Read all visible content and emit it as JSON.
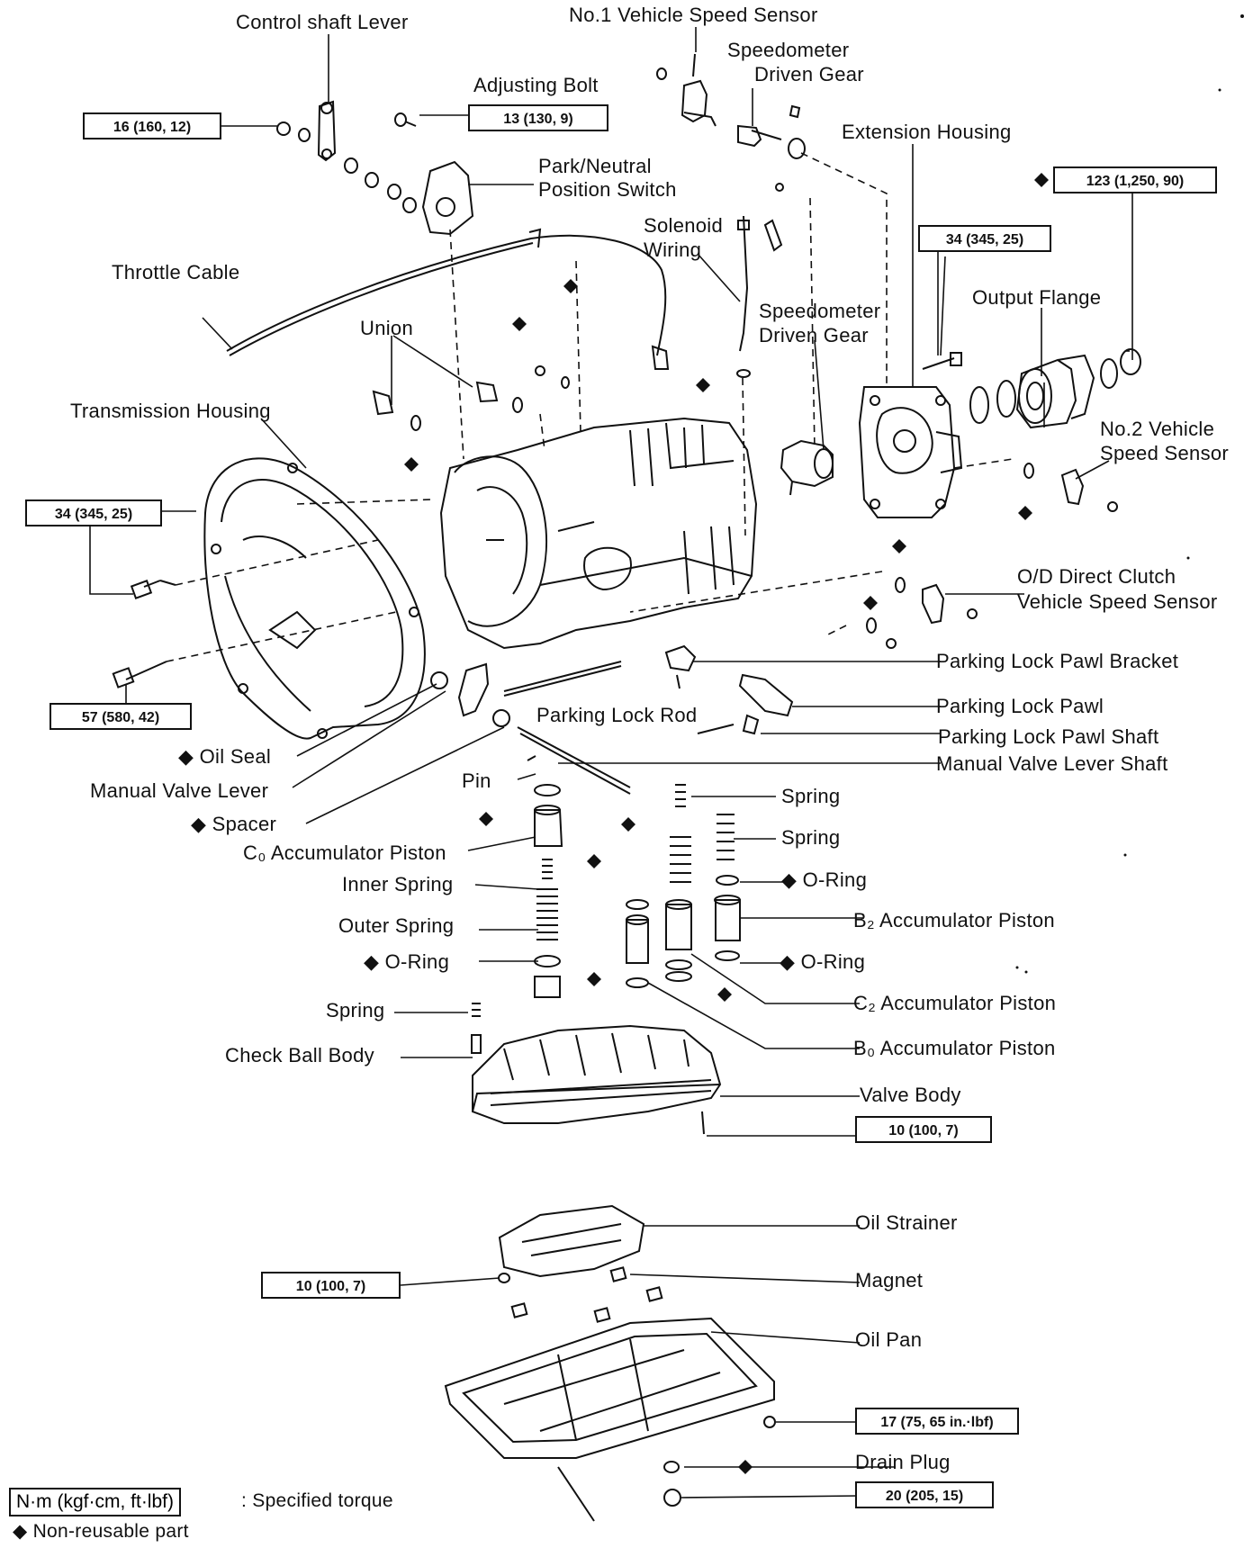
{
  "labels": {
    "control_shaft_lever": "Control shaft Lever",
    "no1_vss": "No.1 Vehicle Speed Sensor",
    "speedo_gear_top_1": "Speedometer",
    "speedo_gear_top_2": "Driven Gear",
    "adjusting_bolt": "Adjusting Bolt",
    "park_neutral_1": "Park/Neutral",
    "park_neutral_2": "Position Switch",
    "extension_housing": "Extension Housing",
    "solenoid_1": "Solenoid",
    "solenoid_2": "Wiring",
    "throttle_cable": "Throttle Cable",
    "output_flange": "Output Flange",
    "union": "Union",
    "speedo_gear_mid_1": "Speedometer",
    "speedo_gear_mid_2": "Driven Gear",
    "transmission_housing": "Transmission Housing",
    "no2_vss_1": "No.2 Vehicle",
    "no2_vss_2": "Speed Sensor",
    "od_clutch_1": "O/D Direct Clutch",
    "od_clutch_2": "Vehicle Speed Sensor",
    "parking_lock_pawl_bracket": "Parking Lock Pawl Bracket",
    "parking_lock_pawl": "Parking Lock Pawl",
    "parking_lock_rod": "Parking Lock Rod",
    "parking_lock_pawl_shaft": "Parking Lock Pawl Shaft",
    "manual_valve_lever_shaft": "Manual Valve Lever Shaft",
    "oil_seal": "◆ Oil Seal",
    "manual_valve_lever": "Manual Valve Lever",
    "pin": "Pin",
    "spring_1": "Spring",
    "spacer": "◆ Spacer",
    "spring_2": "Spring",
    "c0_accumulator_piston": "C₀ Accumulator Piston",
    "inner_spring": "Inner Spring",
    "o_ring_right_1": "◆ O-Ring",
    "outer_spring": "Outer Spring",
    "b2_accumulator_piston": "B₂ Accumulator Piston",
    "o_ring_left": "◆ O-Ring",
    "o_ring_right_2": "◆ O-Ring",
    "c2_accumulator_piston": "C₂ Accumulator Piston",
    "spring_3": "Spring",
    "check_ball_body": "Check Ball Body",
    "b0_accumulator_piston": "B₀ Accumulator Piston",
    "valve_body": "Valve Body",
    "oil_strainer": "Oil Strainer",
    "magnet": "Magnet",
    "oil_pan": "Oil Pan",
    "drain_plug": "Drain Plug"
  },
  "torques": {
    "t_control_lever": "16 (160, 12)",
    "t_adjusting_bolt": "13 (130, 9)",
    "t_output_flange": "123 (1,250, 90)",
    "t_extension_housing": "34 (345, 25)",
    "t_housing_left": "34 (345, 25)",
    "t_housing_bottom": "57 (580, 42)",
    "t_valve_body": "10 (100, 7)",
    "t_oil_strainer": "10 (100, 7)",
    "t_oil_pan": "17 (75, 65 in.·lbf)",
    "t_drain_plug": "20 (205, 15)"
  },
  "legend": {
    "torque_key": "N·m (kgf·cm, ft·lbf)",
    "torque_desc": ": Specified torque",
    "nonreusable": "◆ Non-reusable part"
  }
}
